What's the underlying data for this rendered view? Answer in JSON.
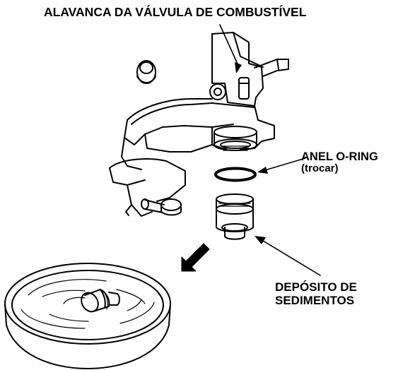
{
  "labels": {
    "fuel_valve_lever": "ALAVANCA DA VÁLVULA DE COMBUSTÍVEL",
    "oring": "ANEL O-RING",
    "oring_note": "(trocar)",
    "sediment_cup_line1": "DEPÓSITO DE",
    "sediment_cup_line2": "SEDIMENTOS"
  },
  "colors": {
    "ink": "#000000",
    "background": "#ffffff"
  },
  "icons": [
    "arrow-down-left-icon"
  ]
}
